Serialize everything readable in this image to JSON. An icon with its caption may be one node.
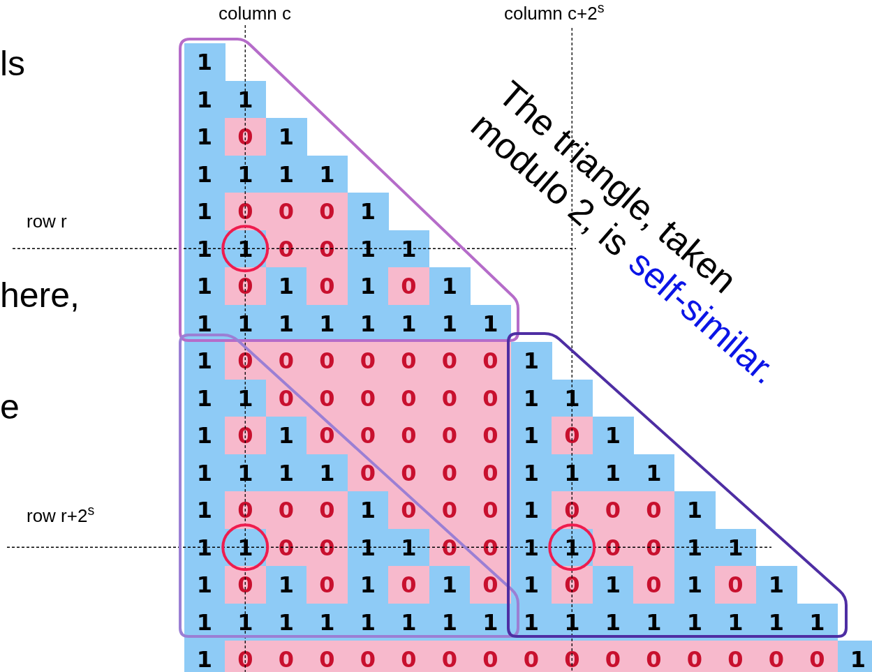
{
  "diagram": {
    "labels": [
      "column c",
      "column c+2$^{s}$",
      "ls",
      "row r",
      "here,",
      "e",
      "row r+2$^{s}$",
      "The triangle, taken modulo 2, is",
      "self-similar.",
      "1",
      "1",
      "1",
      "1",
      "0",
      "1",
      "1",
      "1",
      "1",
      "1",
      "1",
      "0",
      "0",
      "0",
      "1",
      "1",
      "1",
      "0",
      "0",
      "1",
      "1",
      "1",
      "0",
      "1",
      "0",
      "1",
      "0",
      "1",
      "1",
      "1",
      "1",
      "1",
      "1",
      "1",
      "1",
      "1",
      "1",
      "0",
      "0",
      "0",
      "0",
      "0",
      "0",
      "0",
      "1",
      "1",
      "1",
      "0",
      "0",
      "0",
      "0",
      "0",
      "0",
      "1",
      "1",
      "1",
      "0",
      "1",
      "0",
      "0",
      "0",
      "0",
      "0",
      "1",
      "0",
      "1",
      "1",
      "1",
      "1",
      "1",
      "0",
      "0",
      "0",
      "0",
      "1",
      "1",
      "1",
      "1",
      "1",
      "0",
      "0",
      "0",
      "1",
      "0",
      "0",
      "0",
      "1",
      "0",
      "0",
      "0",
      "1",
      "1",
      "1",
      "0",
      "0",
      "1",
      "1",
      "0",
      "0",
      "1",
      "1",
      "0",
      "0",
      "1",
      "1",
      "1",
      "0",
      "1",
      "0",
      "1",
      "0",
      "1",
      "0",
      "1",
      "0",
      "1",
      "0",
      "1",
      "0",
      "1",
      "1",
      "1",
      "1",
      "1",
      "1",
      "1",
      "1",
      "1",
      "1",
      "1",
      "1",
      "1",
      "1",
      "1",
      "1",
      "1",
      "1",
      "0",
      "0",
      "0",
      "0",
      "0",
      "0",
      "0",
      "0",
      "0",
      "0",
      "0",
      "0",
      "0",
      "0",
      "0",
      "1"
    ]
  }
}
